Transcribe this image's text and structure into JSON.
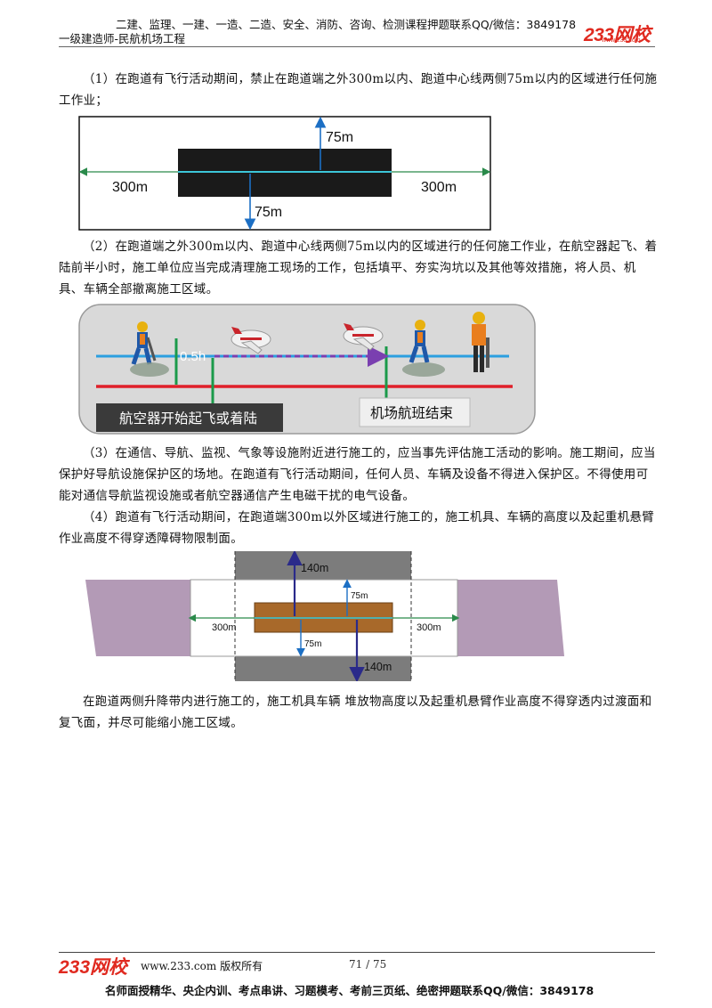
{
  "header": {
    "top_line": "二建、监理、一建、一造、二造、安全、消防、咨询、检测课程押题联系QQ/微信：3849178",
    "subtitle": "一级建造师-民航机场工程",
    "logo": "233网校",
    "logo_sub": "www.233.com"
  },
  "paragraphs": {
    "p1": "（1）在跑道有飞行活动期间，禁止在跑道端之外300m以内、跑道中心线两侧75m以内的区域进行任何施工作业；",
    "p2": "（2）在跑道端之外300m以内、跑道中心线两侧75m以内的区域进行的任何施工作业，在航空器起飞、着陆前半小时，施工单位应当完成清理施工现场的工作，包括填平、夯实沟坑以及其他等效措施，将人员、机具、车辆全部撤离施工区域。",
    "p3": "（3）在通信、导航、监视、气象等设施附近进行施工的，应当事先评估施工活动的影响。施工期间，应当保护好导航设施保护区的场地。在跑道有飞行活动期间，任何人员、车辆及设备不得进入保护区。不得使用可能对通信导航监视设施或者航空器通信产生电磁干扰的电气设备。",
    "p4": "（4）跑道有飞行活动期间，在跑道端300m以外区域进行施工的，施工机具、车辆的高度以及起重机悬臂作业高度不得穿透障碍物限制面。",
    "p5": "在跑道两侧升降带内进行施工的，施工机具车辆 堆放物高度以及起重机悬臂作业高度不得穿透内过渡面和复飞面，并尽可能缩小施工区域。"
  },
  "figure1": {
    "label_75_top": "75m",
    "label_75_bottom": "75m",
    "label_300_left": "300m",
    "label_300_right": "300m"
  },
  "figure2": {
    "label_half_hour": "0.5h",
    "caption_left": "航空器开始起飞或着陆",
    "caption_right": "机场航班结束"
  },
  "figure3": {
    "label_140_top": "140m",
    "label_140_bottom": "140m",
    "label_75_top": "75m",
    "label_75_bottom": "75m",
    "label_300_left": "300m",
    "label_300_right": "300m"
  },
  "footer": {
    "logo": "233网校",
    "site": "www.233.com 版权所有",
    "page": "71 / 75",
    "bottom_line": "名师面授精华、央企内训、考点串讲、习题模考、考前三页纸、绝密押题联系QQ/微信：3849178"
  },
  "colors": {
    "brand_red": "#e02a20",
    "runway_dark": "#1a1a1a",
    "arrow_blue": "#1c6fc4",
    "center_line": "#3cc6d8",
    "timeline_red": "#e0202a",
    "timeline_blue": "#2b9fe0",
    "dashed_purple": "#7a3fb0",
    "marker_green": "#1b9a4a",
    "work_brown": "#a8692a",
    "navy_arrow": "#2a2a8a",
    "band_purple": "#b39ab6"
  }
}
